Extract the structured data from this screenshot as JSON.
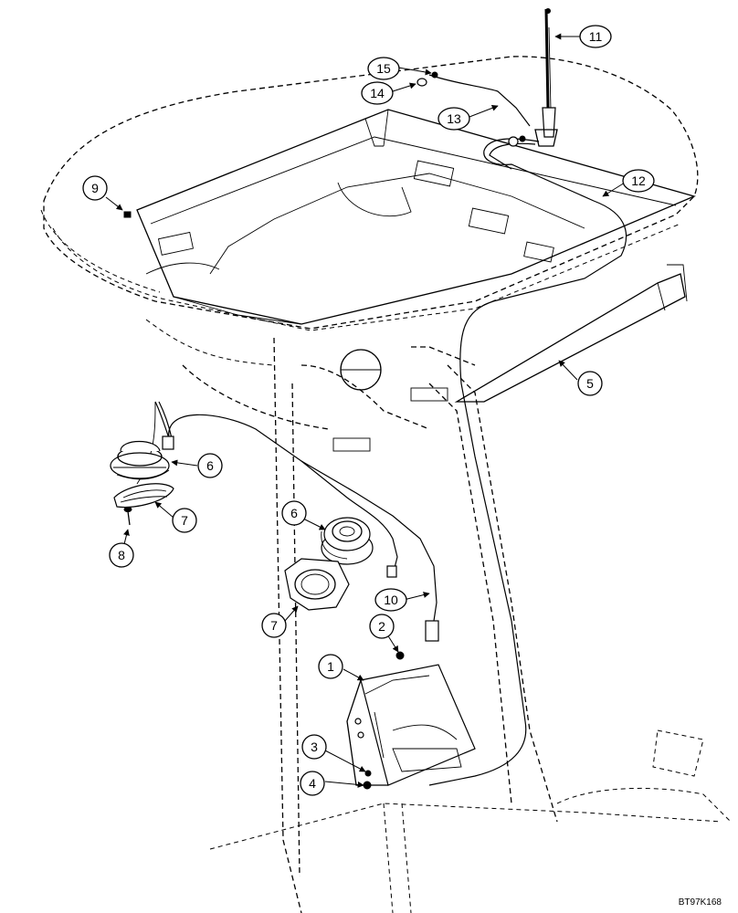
{
  "reference_code": "BT97K168",
  "callouts": [
    {
      "label": "1"
    },
    {
      "label": "2"
    },
    {
      "label": "3"
    },
    {
      "label": "4"
    },
    {
      "label": "5"
    },
    {
      "label": "6"
    },
    {
      "label": "6"
    },
    {
      "label": "7"
    },
    {
      "label": "7"
    },
    {
      "label": "8"
    },
    {
      "label": "9"
    },
    {
      "label": "10"
    },
    {
      "label": "11"
    },
    {
      "label": "12"
    },
    {
      "label": "13"
    },
    {
      "label": "14"
    },
    {
      "label": "15"
    }
  ]
}
